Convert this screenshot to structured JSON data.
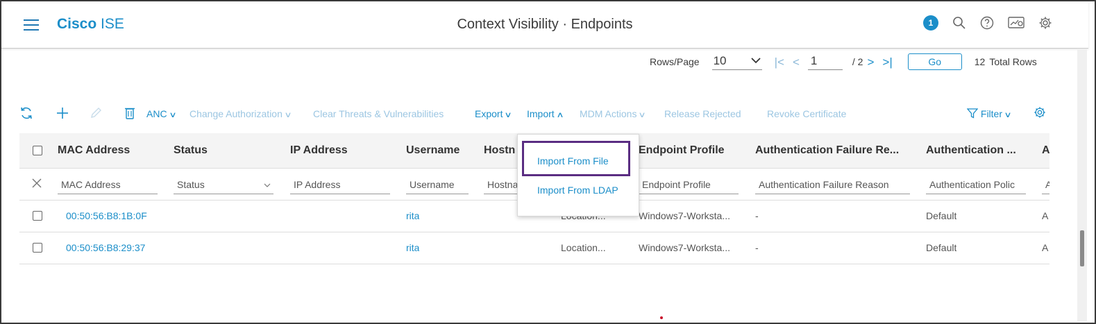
{
  "header": {
    "brand_bold": "Cisco",
    "brand_rest": " ISE",
    "title": "Context Visibility · Endpoints",
    "notification_count": "1",
    "icons": [
      "hamburger-menu-icon",
      "search-icon",
      "help-icon",
      "dashboard-icon",
      "gear-icon"
    ]
  },
  "pager": {
    "rows_label": "Rows/Page",
    "rows_value": "10",
    "page_value": "1",
    "page_of": "/ 2",
    "go_label": "Go",
    "total_count": "12",
    "total_label": "Total Rows"
  },
  "toolbar": {
    "anc": "ANC",
    "change_auth": "Change Authorization",
    "clear_threats": "Clear Threats & Vulnerabilities",
    "export": "Export",
    "import": "Import",
    "mdm": "MDM Actions",
    "release": "Release Rejected",
    "revoke": "Revoke Certificate",
    "filter": "Filter"
  },
  "table": {
    "headers": {
      "mac": "MAC Address",
      "status": "Status",
      "ip": "IP Address",
      "username": "Username",
      "hostname": "Hostn",
      "profile": "Endpoint Profile",
      "auth_fail": "Authentication Failure Re...",
      "auth_pol": "Authentication ...",
      "extra": "A"
    },
    "filters": {
      "mac": "MAC Address",
      "status": "Status",
      "ip": "IP Address",
      "username": "Username",
      "hostname": "Hostna",
      "profile": "Endpoint Profile",
      "auth_fail": "Authentication Failure Reason",
      "auth_pol": "Authentication Polic",
      "extra": "A"
    },
    "rows": [
      {
        "mac": "00:50:56:B8:1B:0F",
        "username": "rita",
        "location": "Location...",
        "profile": "Windows7-Worksta...",
        "auth_fail": "-",
        "auth_pol": "Default",
        "extra": "A"
      },
      {
        "mac": "00:50:56:B8:29:37",
        "username": "rita",
        "location": "Location...",
        "profile": "Windows7-Worksta...",
        "auth_fail": "-",
        "auth_pol": "Default",
        "extra": "A"
      }
    ]
  },
  "import_menu": {
    "from_file": "Import From File",
    "from_ldap": "Import From LDAP"
  },
  "colors": {
    "accent": "#1b8ec9",
    "highlight": "#5a2d82"
  }
}
